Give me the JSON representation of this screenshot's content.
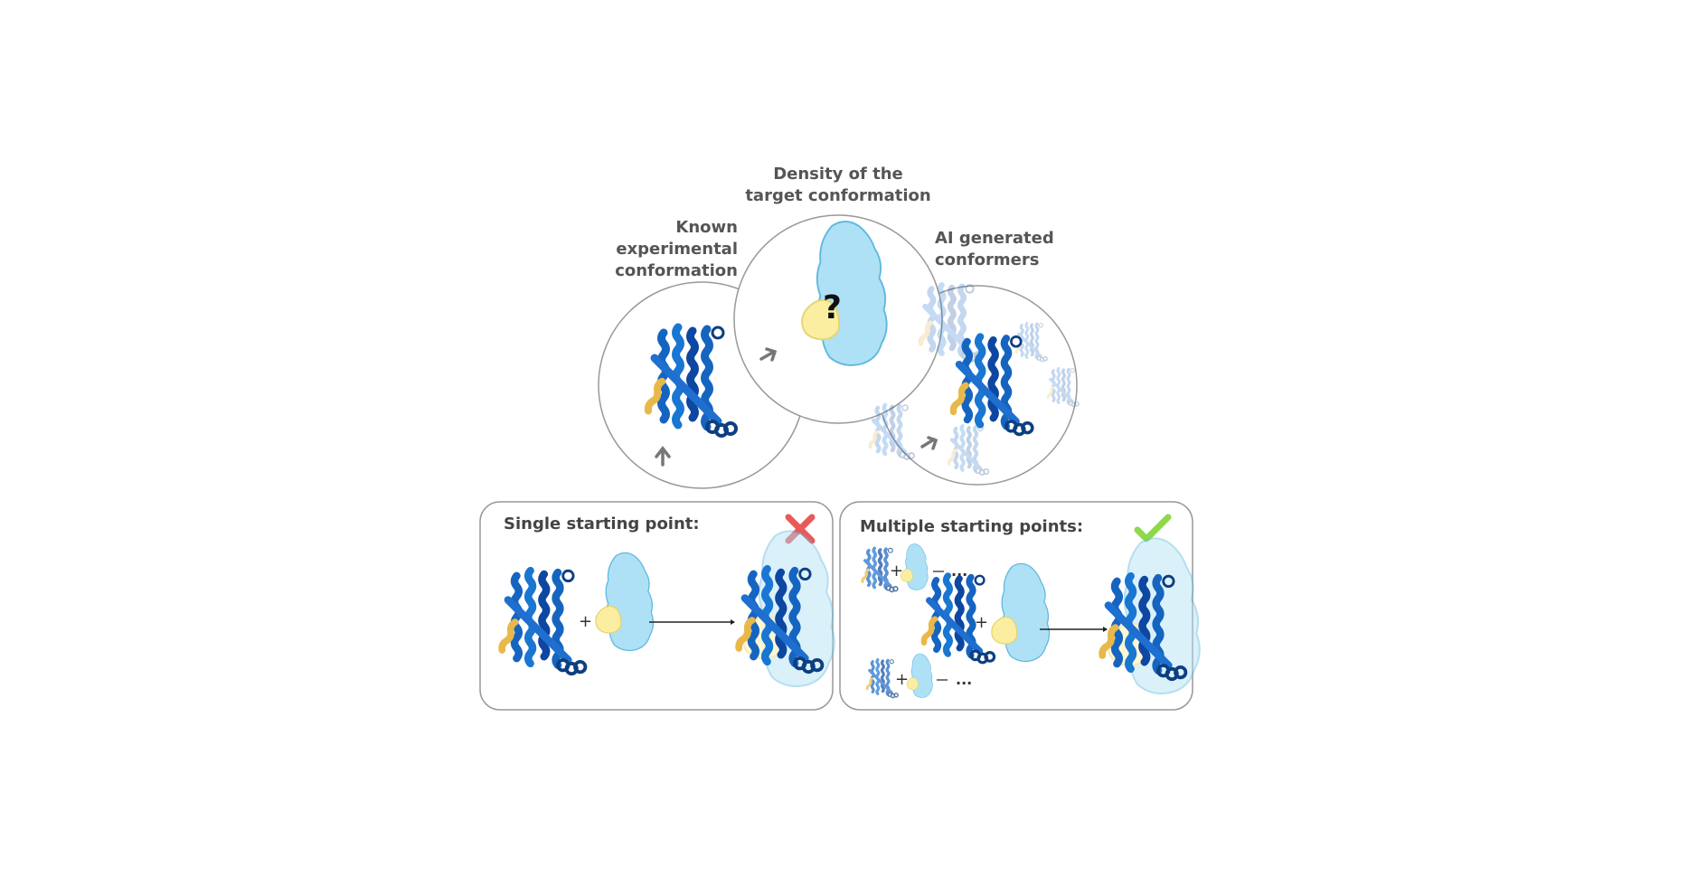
{
  "labels": {
    "known": [
      "Known",
      "experimental",
      "conformation"
    ],
    "density": [
      "Density of the",
      "target conformation"
    ],
    "ai": [
      "AI generated",
      "conformers"
    ],
    "question_mark": "?"
  },
  "panels": {
    "single": {
      "title": "Single starting point:",
      "status_icon": "cross-icon"
    },
    "multiple": {
      "title": "Multiple starting points:",
      "status_icon": "check-icon"
    }
  },
  "symbols": {
    "plus": "+",
    "ellipsis": "..."
  },
  "colors": {
    "protein_blue": "#1565c0",
    "protein_dark": "#0d3f80",
    "helix_yellow": "#e8b84a",
    "density_blue": "#aee1f5",
    "density_yellow": "#fbeea0",
    "cross_red": "#e85a5a",
    "check_green": "#8ed94a",
    "outline_gray": "#999999"
  }
}
